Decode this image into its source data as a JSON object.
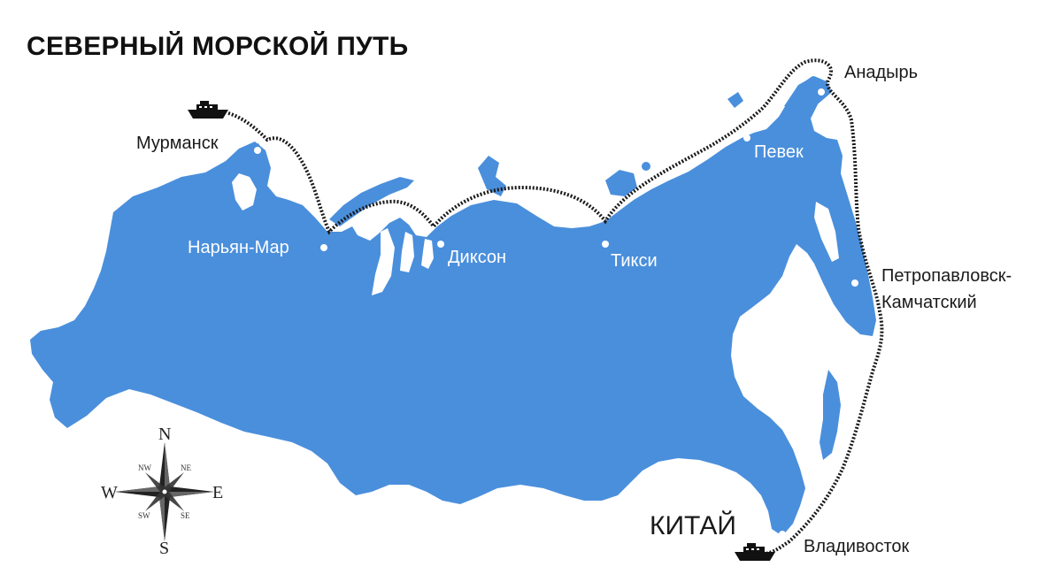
{
  "title": "СЕВЕРНЫЙ МОРСКОЙ ПУТЬ",
  "colors": {
    "land": "#4a8fdc",
    "land_shade": "#3f82d0",
    "route": "#1a1a1a",
    "text_dark": "#1a1a1a",
    "text_light": "#ffffff",
    "background": "#ffffff"
  },
  "cities": {
    "murmansk": "Мурманск",
    "naryan_mar": "Нарьян-Мар",
    "dikson": "Диксон",
    "tiksi": "Тикси",
    "pevek": "Певек",
    "anadyr": "Анадырь",
    "petropavlovsk_1": "Петропавловск-",
    "petropavlovsk_2": "Камчатский",
    "vladivostok": "Владивосток"
  },
  "country": "КИТАЙ",
  "compass": {
    "n": "N",
    "s": "S",
    "e": "E",
    "w": "W",
    "nw": "NW",
    "ne": "NE",
    "sw": "SW",
    "se": "SE"
  },
  "icons": [
    "ship-icon",
    "compass-rose-icon",
    "city-marker-icon"
  ]
}
